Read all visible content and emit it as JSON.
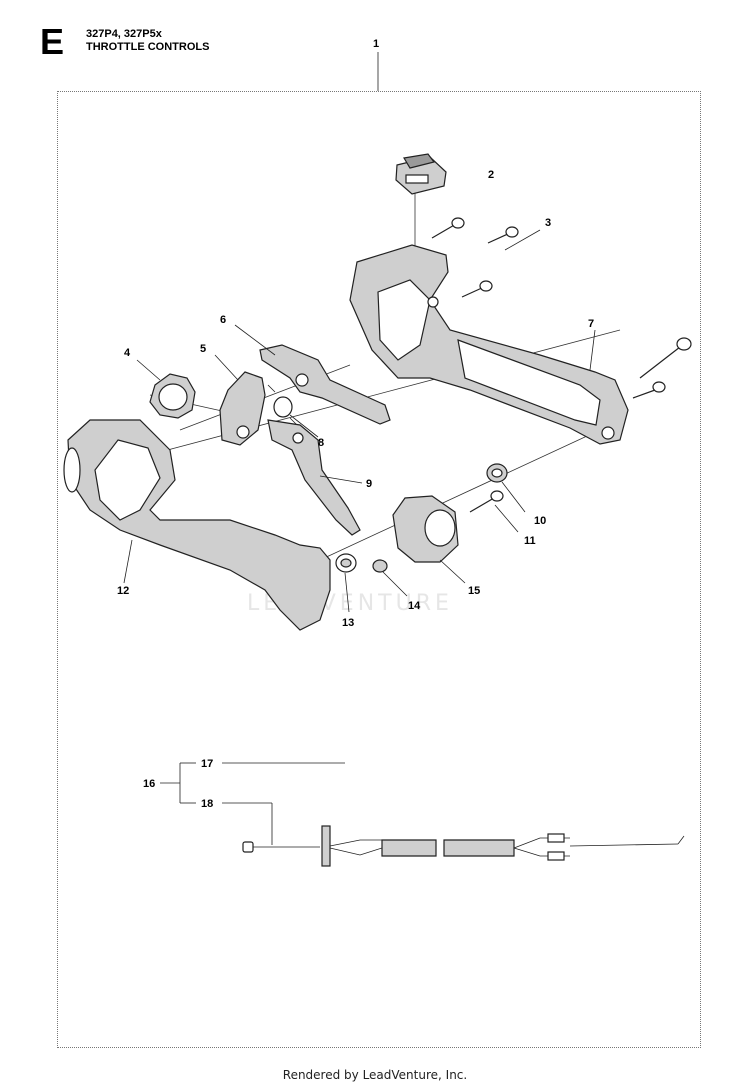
{
  "header": {
    "section_letter": "E",
    "models": "327P4, 327P5x",
    "title": "THROTTLE CONTROLS"
  },
  "watermark": "LEADVENTURE",
  "footer": "Rendered by LeadVenture, Inc.",
  "callouts": {
    "c1": "1",
    "c2": "2",
    "c3": "3",
    "c4": "4",
    "c5": "5",
    "c6": "6",
    "c7": "7",
    "c8": "8",
    "c9": "9",
    "c10": "10",
    "c11": "11",
    "c12": "12",
    "c13": "13",
    "c14": "14",
    "c15": "15",
    "c16": "16",
    "c17": "17",
    "c18": "18"
  }
}
